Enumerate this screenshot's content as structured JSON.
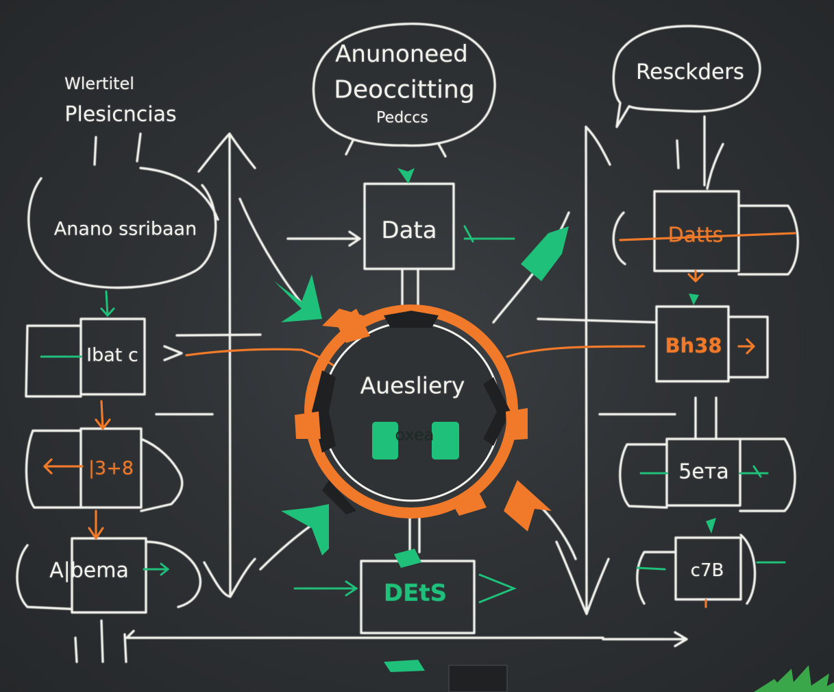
{
  "bubbles": {
    "top_center": [
      "Anunoneed",
      "Deoccitting",
      "Pedccs"
    ],
    "top_right": "Resckders",
    "left": "Anano ssribaan"
  },
  "top_left_note": [
    "Wlertitel",
    "Plesicncias"
  ],
  "center": {
    "title": "Auesliery",
    "badge": "oxea"
  },
  "left_column": [
    "Ibat c",
    "|3+8",
    "A|bema"
  ],
  "middle_boxes": {
    "top": "Data",
    "bottom": "DEtS"
  },
  "right_column": [
    "Datts",
    "Bh38",
    "5eтa",
    "c7B"
  ],
  "colors": {
    "chalk": "#f3f3ee",
    "orange": "#f07a2a",
    "green": "#1fc07a",
    "board": "#2f3235"
  },
  "icons": [
    "speech-bubble",
    "gear-ring",
    "arrow",
    "plant"
  ]
}
